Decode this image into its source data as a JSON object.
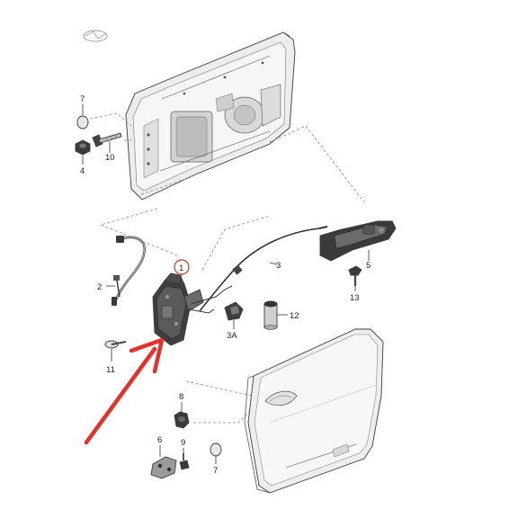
{
  "callouts": {
    "c1": "1",
    "c2": "2",
    "c3": "3",
    "c3a": "3A",
    "c4": "4",
    "c5": "5",
    "c6": "6",
    "c7_top": "7",
    "c7_bottom": "7",
    "c8": "8",
    "c9": "9",
    "c10": "10",
    "c11": "11",
    "c12": "12",
    "c13": "13"
  },
  "colors": {
    "arrow": "#e8302a",
    "highlight_circle": "#c0392b",
    "part_dark": "#2f2f2f",
    "part_light": "#e9e9e9",
    "line": "#333333"
  }
}
